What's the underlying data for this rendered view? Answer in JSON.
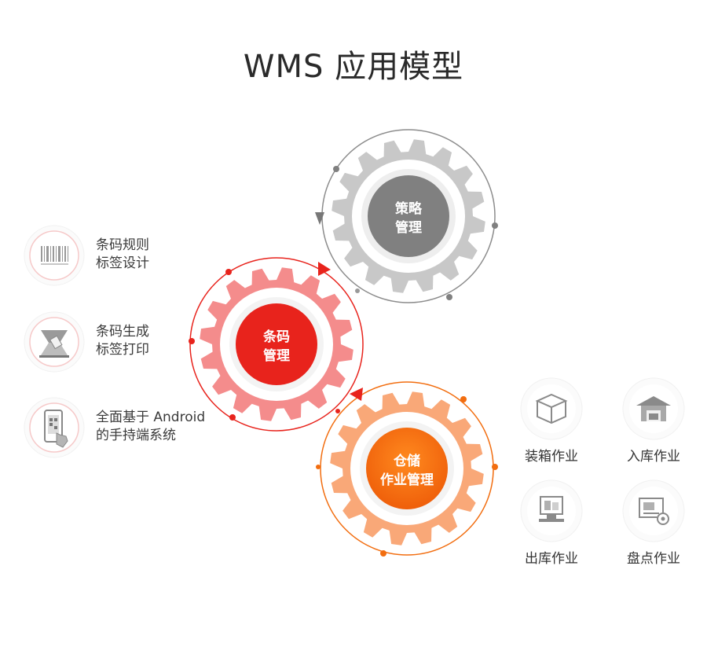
{
  "title": "WMS 应用模型",
  "gears": {
    "strategy": {
      "line1": "策略",
      "line2": "管理",
      "color": "#808080",
      "ring": "#c8c8c8"
    },
    "barcode": {
      "line1": "条码",
      "line2": "管理",
      "color": "#e8231c",
      "ring": "#f48c8c"
    },
    "warehouse": {
      "line1": "仓储",
      "line2": "作业管理",
      "color": "#f26d0f",
      "ring": "#f9a878"
    }
  },
  "features": [
    {
      "line1": "条码规则",
      "line2": "标签设计",
      "icon": "barcode-icon"
    },
    {
      "line1": "条码生成",
      "line2": "标签打印",
      "icon": "label-printer-icon"
    },
    {
      "line1": "全面基于 Android",
      "line2": "的手持端系统",
      "icon": "handheld-scanner-icon"
    }
  ],
  "operations": [
    {
      "label": "装箱作业",
      "icon": "box-icon"
    },
    {
      "label": "入库作业",
      "icon": "warehouse-icon"
    },
    {
      "label": "出库作业",
      "icon": "terminal-icon"
    },
    {
      "label": "盘点作业",
      "icon": "inventory-icon"
    }
  ]
}
